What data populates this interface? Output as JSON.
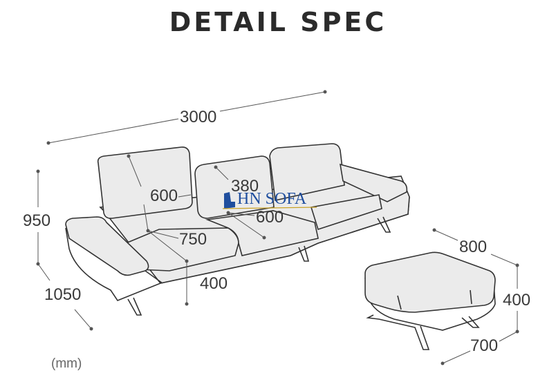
{
  "title": "DETAIL SPEC",
  "unit_label": "(mm)",
  "logo": {
    "text": "HN SOFA"
  },
  "sofa_dimensions": {
    "length": "3000",
    "height": "950",
    "depth": "1050",
    "backrest_left": "600",
    "backrest_middle": "380",
    "seat_depth_middle": "600",
    "seat_width": "750",
    "seat_height": "400"
  },
  "ottoman_dimensions": {
    "length": "800",
    "height": "400",
    "depth": "700"
  },
  "colors": {
    "cushion": "#ebebeb",
    "outline": "#333333",
    "logo": "#1f4e9e"
  }
}
